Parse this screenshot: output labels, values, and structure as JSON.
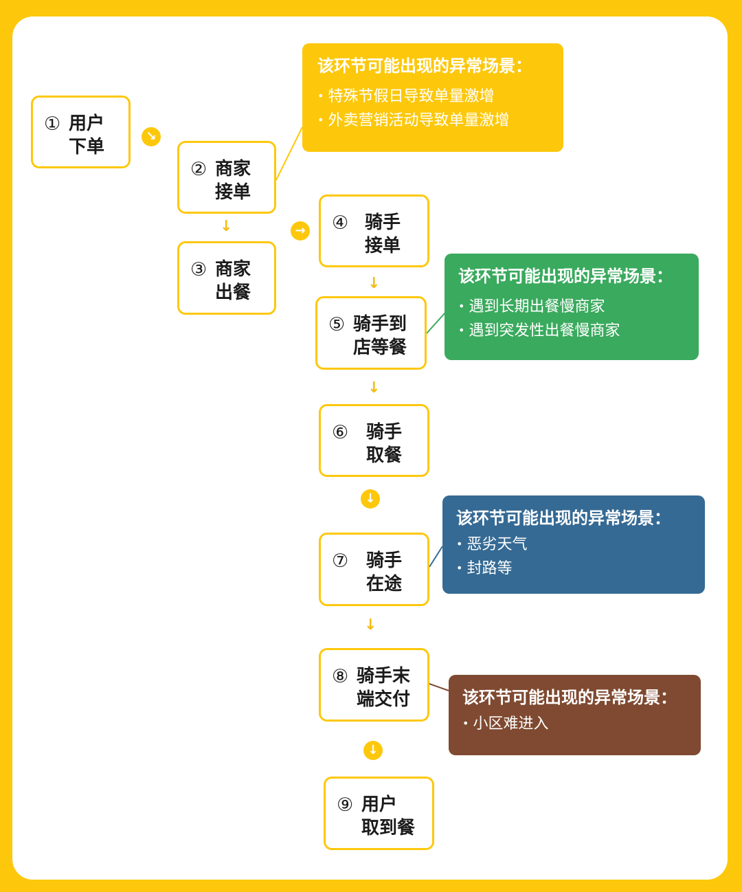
{
  "steps": [
    {
      "num": "①",
      "line1": "用户",
      "line2": "下单"
    },
    {
      "num": "②",
      "line1": "商家",
      "line2": "接单"
    },
    {
      "num": "③",
      "line1": "商家",
      "line2": "出餐"
    },
    {
      "num": "④",
      "line1": "骑手",
      "line2": "接单"
    },
    {
      "num": "⑤",
      "line1": "骑手到",
      "line2": "店等餐"
    },
    {
      "num": "⑥",
      "line1": "骑手",
      "line2": "取餐"
    },
    {
      "num": "⑦",
      "line1": "骑手",
      "line2": "在途"
    },
    {
      "num": "⑧",
      "line1": "骑手末",
      "line2": "端交付"
    },
    {
      "num": "⑨",
      "line1": "用户",
      "line2": "取到餐"
    }
  ],
  "notes": [
    {
      "title": "该环节可能出现的异常场景：",
      "items": [
        "特殊节假日导致单量激增",
        "外卖营销活动导致单量激增"
      ],
      "color": "#fdc80c"
    },
    {
      "title": "该环节可能出现的异常场景：",
      "items": [
        "遇到长期出餐慢商家",
        "遇到突发性出餐慢商家"
      ],
      "color": "#3aaa5e"
    },
    {
      "title": "该环节可能出现的异常场景：",
      "items": [
        "恶劣天气",
        "封路等"
      ],
      "color": "#356a94"
    },
    {
      "title": "该环节可能出现的异常场景：",
      "items": [
        "小区难进入"
      ],
      "color": "#7f4a31"
    }
  ],
  "arrows": {
    "down": "↓",
    "right": "→",
    "diag": "↘"
  },
  "colors": {
    "background": "#fdc80c",
    "card": "#ffffff",
    "step_border": "#fdc80c"
  }
}
